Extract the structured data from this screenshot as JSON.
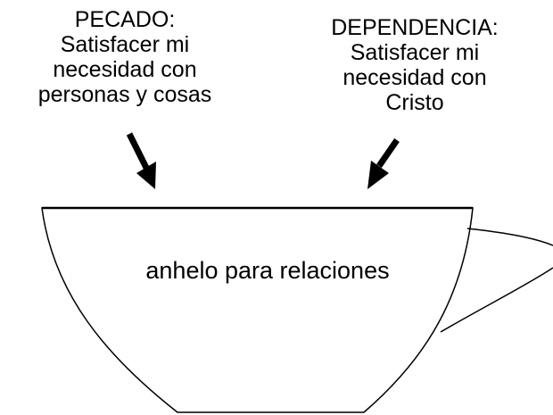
{
  "left_caption": {
    "lines": [
      "PECADO:",
      "Satisfacer mi",
      "necesidad con",
      "personas y cosas"
    ]
  },
  "right_caption": {
    "lines": [
      "DEPENDENCIA:",
      "Satisfacer mi",
      "necesidad con",
      "Cristo"
    ]
  },
  "cup": {
    "label": "anhelo para relaciones"
  },
  "colors": {
    "stroke": "#000000",
    "background": "#ffffff"
  }
}
